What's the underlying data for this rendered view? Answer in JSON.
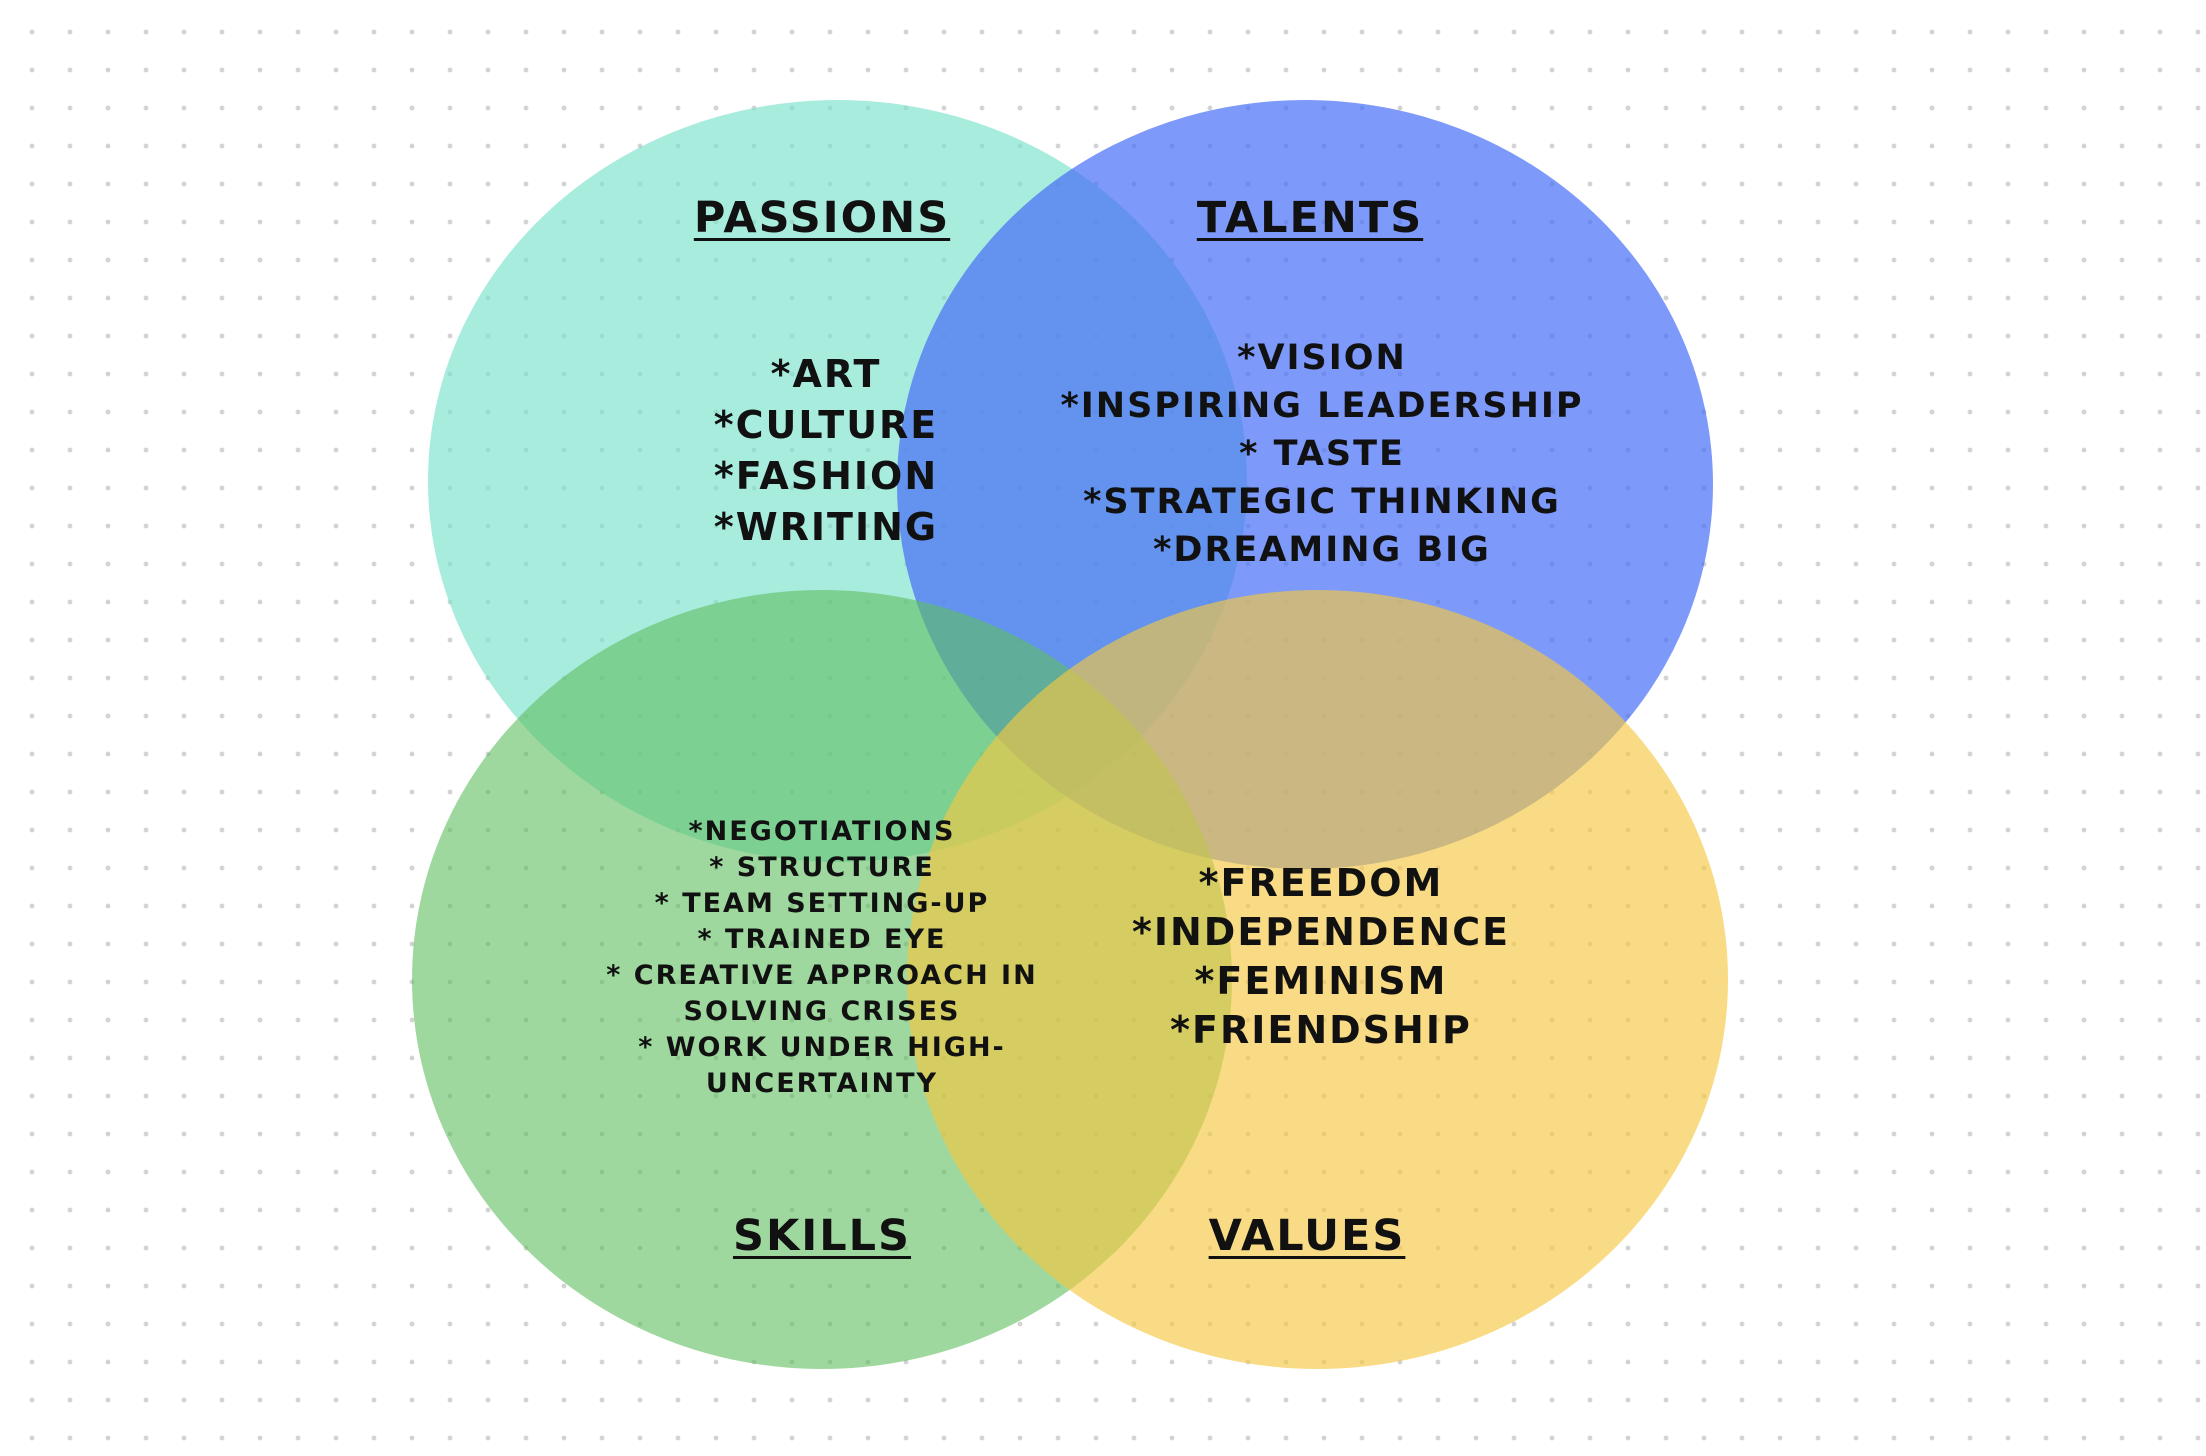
{
  "diagram": {
    "passions": {
      "heading": "PASSIONS",
      "items": [
        "*ART",
        "*CULTURE",
        "*FASHION",
        "*WRITING"
      ],
      "color": "#7AE2CD"
    },
    "talents": {
      "heading": "TALENTS",
      "items": [
        "*VISION",
        "*INSPIRING LEADERSHIP",
        "* TASTE",
        "*STRATEGIC THINKING",
        "*DREAMING BIG"
      ],
      "color": "#466EF7"
    },
    "skills": {
      "heading": "SKILLS",
      "items": [
        "*NEGOTIATIONS",
        "* STRUCTURE",
        "* TEAM SETTING-UP",
        "* TRAINED EYE",
        "* CREATIVE APPROACH IN",
        "SOLVING CRISES",
        "* WORK UNDER HIGH-",
        "UNCERTAINTY"
      ],
      "color": "#5FBE5F"
    },
    "values": {
      "heading": "VALUES",
      "items": [
        "*FREEDOM",
        "*INDEPENDENCE",
        "*FEMINISM",
        "*FRIENDSHIP"
      ],
      "color": "#F5C842"
    }
  }
}
